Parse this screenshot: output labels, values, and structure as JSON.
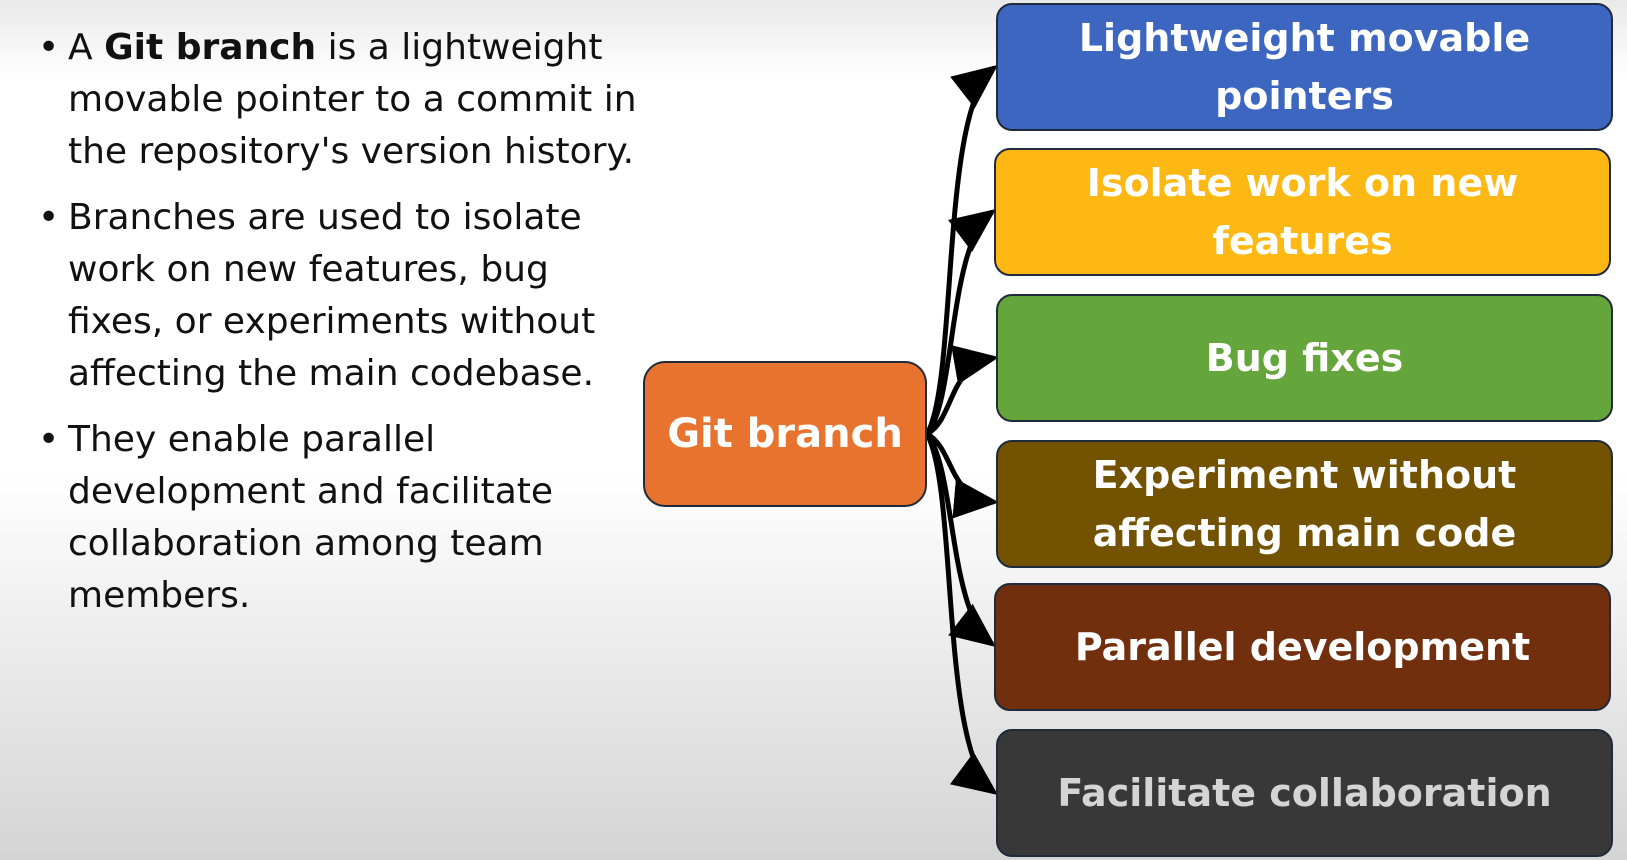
{
  "bullets": [
    {
      "prefix": "A ",
      "bold": "Git branch",
      "suffix": " is a lightweight movable pointer to a commit in the repository's version history."
    },
    {
      "prefix": "Branches are used to isolate work on new features, bug fixes, or experiments without affecting the main codebase.",
      "bold": "",
      "suffix": ""
    },
    {
      "prefix": "They enable parallel development and facilitate collaboration among team members.",
      "bold": "",
      "suffix": ""
    }
  ],
  "bullet_char": "•",
  "diagram": {
    "center": {
      "label": "Git branch",
      "color": "#e8732e"
    },
    "branches": [
      {
        "label": "Lightweight movable pointers",
        "color": "#3c66c0",
        "text_color": "#ffffff"
      },
      {
        "label": "Isolate work on new features",
        "color": "#fdb813",
        "text_color": "#ffffff"
      },
      {
        "label": "Bug fixes",
        "color": "#64a53c",
        "text_color": "#ffffff"
      },
      {
        "label": "Experiment without affecting main code",
        "color": "#735302",
        "text_color": "#ffffff"
      },
      {
        "label": "Parallel development",
        "color": "#722f0e",
        "text_color": "#ffffff"
      },
      {
        "label": "Facilitate collaboration",
        "color": "#383838",
        "text_color": "#d4d4d4"
      }
    ]
  }
}
